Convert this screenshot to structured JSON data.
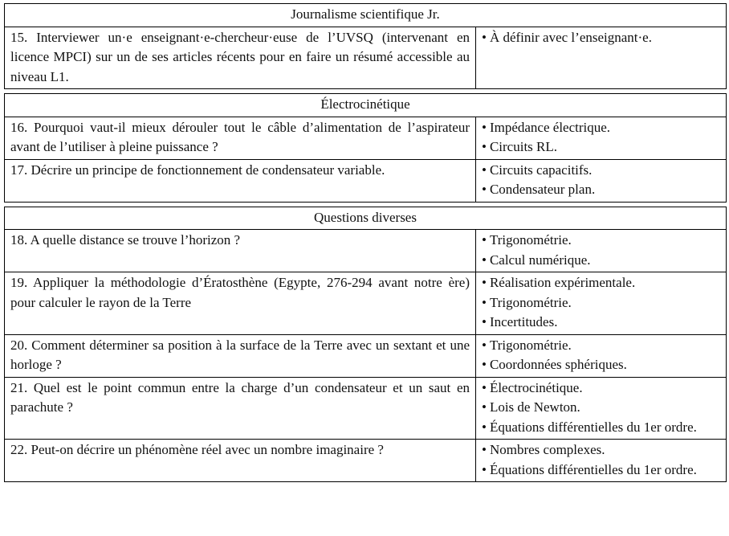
{
  "sections": [
    {
      "title": "Journalisme scientifique Jr.",
      "rows": [
        {
          "question": "15.  Interviewer un·e enseignant·e-chercheur·euse de l’UVSQ (intervenant en licence MPCI) sur un de ses articles récents pour en faire un résumé accessible au niveau L1.",
          "topics": [
            "À définir avec l’enseignant·e."
          ]
        }
      ]
    },
    {
      "title": "Électrocinétique",
      "rows": [
        {
          "question": "16.  Pourquoi vaut-il mieux dérouler tout le câble d’alimentation de l’aspirateur avant de l’utiliser à pleine puissance ?",
          "topics": [
            "Impédance électrique.",
            "Circuits RL."
          ]
        },
        {
          "question": "17.  Décrire un principe de fonctionnement de condensateur variable.",
          "topics": [
            "Circuits capacitifs.",
            "Condensateur plan."
          ]
        }
      ]
    },
    {
      "title": "Questions diverses",
      "rows": [
        {
          "question": "18.  A quelle distance se trouve l’horizon ?",
          "topics": [
            "Trigonométrie.",
            "Calcul numérique."
          ]
        },
        {
          "question": "19.  Appliquer la méthodologie d’Ératosthène (Egypte, 276-294 avant notre ère) pour calculer le rayon de la Terre",
          "topics": [
            "Réalisation expérimentale.",
            "Trigonométrie.",
            "Incertitudes."
          ]
        },
        {
          "question": "20.  Comment déterminer sa position à la surface de la Terre avec un sextant et une horloge ?",
          "topics": [
            "Trigonométrie.",
            "Coordonnées sphériques."
          ]
        },
        {
          "question": "21.  Quel est le point commun entre la charge d’un condensateur et un saut en parachute ?",
          "topics": [
            "Électrocinétique.",
            "Lois de Newton.",
            "Équations différentielles du 1er ordre."
          ]
        },
        {
          "question": "22.  Peut-on décrire un phénomène réel avec un nombre imaginaire ?",
          "topics": [
            "Nombres complexes.",
            "Équations différentielles du 1er ordre."
          ]
        }
      ]
    }
  ]
}
